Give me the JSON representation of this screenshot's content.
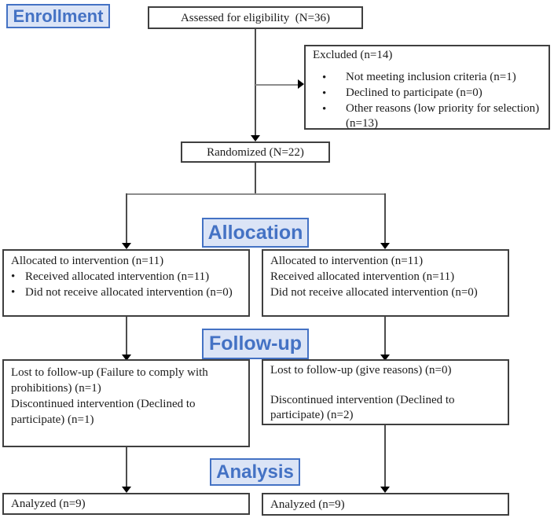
{
  "stages": {
    "enrollment": "Enrollment",
    "allocation": "Allocation",
    "followup": "Follow-up",
    "analysis": "Analysis"
  },
  "boxes": {
    "assessed": "Assessed for eligibility  (N=36)",
    "excluded": {
      "title": "Excluded (n=14)",
      "bullets": [
        "Not meeting inclusion criteria (n=1)",
        "Declined to participate (n=0)",
        "Other reasons (low priority for selection) (n=13)"
      ]
    },
    "randomized": "Randomized (N=22)",
    "allocation_left": {
      "title": "Allocated to intervention (n=11)",
      "bullets": [
        "Received allocated intervention (n=11)",
        "Did not receive allocated intervention (n=0)"
      ]
    },
    "allocation_right": {
      "title": "Allocated to intervention (n=11)",
      "lines": [
        "Received allocated intervention (n=11)",
        "Did not receive allocated intervention (n=0)"
      ]
    },
    "followup_left": {
      "paragraphs": [
        "Lost to follow-up (Failure to comply with prohibitions) (n=1)",
        "Discontinued intervention (Declined to participate) (n=1)"
      ]
    },
    "followup_right": {
      "paragraphs": [
        "Lost to follow-up (give reasons) (n=0)",
        "Discontinued intervention (Declined to participate) (n=2)"
      ]
    },
    "analyzed_left": "Analyzed (n=9)",
    "analyzed_right": "Analyzed (n=9)"
  },
  "colors": {
    "stage_fill": "#dbe4f6",
    "stage_border": "#4472c4",
    "stage_text": "#4472c4",
    "box_border": "#3f3f3f",
    "line_dark": "#4d4d4d",
    "line_gray": "#8c8c8c",
    "arrow": "#000000"
  }
}
